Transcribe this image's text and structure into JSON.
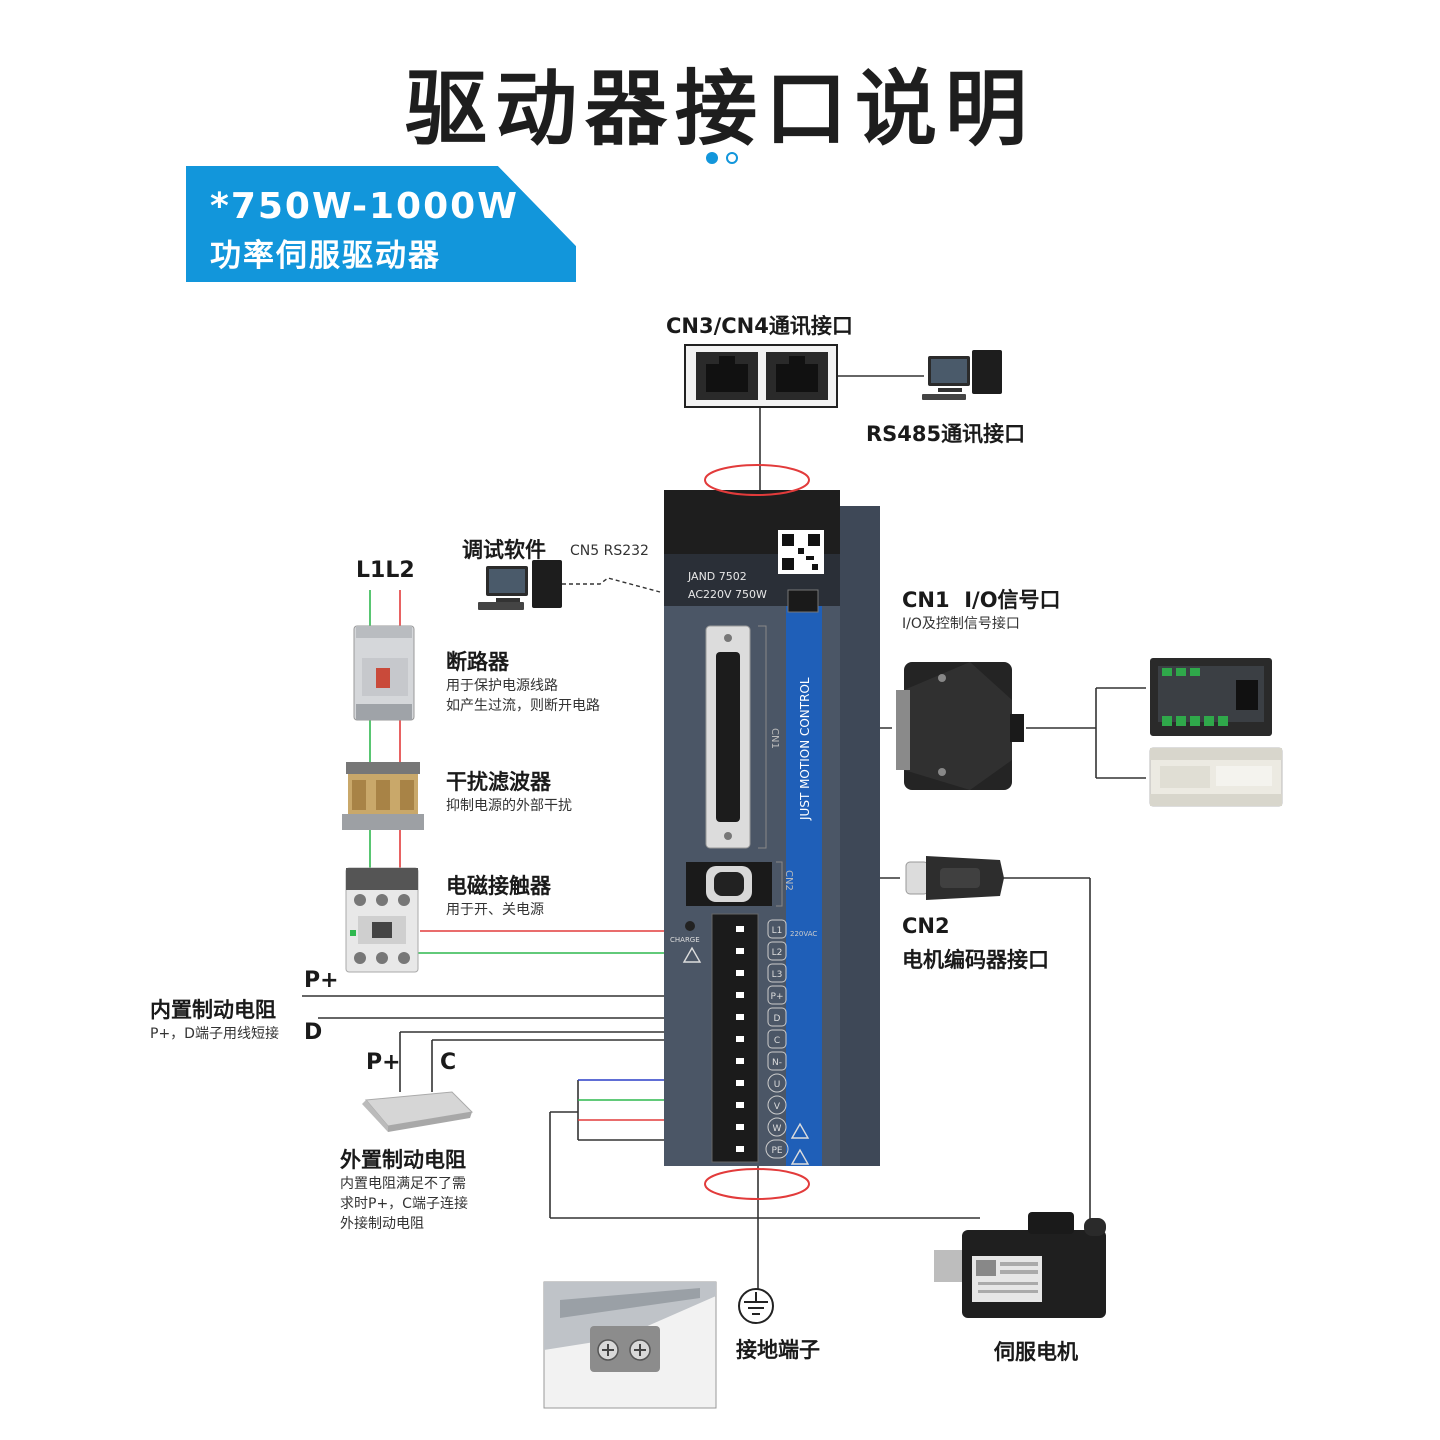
{
  "title": "驱动器接口说明",
  "banner": {
    "line1": "*750W-1000W",
    "line2": "功率伺服驱动器"
  },
  "colors": {
    "accent": "#1296db",
    "wire_red": "#e23b3b",
    "wire_green": "#2fb84f",
    "wire_blue": "#2b3fc7",
    "driver_body": "#4b5666"
  },
  "top_ports": {
    "title": "CN3/CN4通讯接口",
    "rs485": "RS485通讯接口"
  },
  "software": {
    "title": "调试软件",
    "port": "CN5 RS232"
  },
  "mains": {
    "label": "L1L2"
  },
  "breaker": {
    "title": "断路器",
    "desc1": "用于保护电源线路",
    "desc2": "如产生过流，则断开电路"
  },
  "filter": {
    "title": "干扰滤波器",
    "desc": "抑制电源的外部干扰"
  },
  "contactor": {
    "title": "电磁接触器",
    "desc": "用于开、关电源"
  },
  "internal_brake": {
    "title": "内置制动电阻",
    "desc": "P+，D端子用线短接",
    "p_label": "P+",
    "d_label": "D"
  },
  "external_brake": {
    "title": "外置制动电阻",
    "desc1": "内置电阻满足不了需",
    "desc2": "求时P+，C端子连接",
    "desc3": "外接制动电阻",
    "p_label": "P+",
    "c_label": "C"
  },
  "cn1": {
    "title": "CN1  I/O信号口",
    "desc": "I/O及控制信号接口"
  },
  "cn2": {
    "title1": "CN2",
    "title2": "电机编码器接口"
  },
  "ground": {
    "title": "接地端子"
  },
  "motor": {
    "title": "伺服电机"
  },
  "driver": {
    "model": "JAND 7502",
    "rating": "AC220V  750W",
    "brand": "JUST MOTION CONTROL",
    "cn1_mark": "CN1",
    "cn2_mark": "CN2",
    "charge": "CHARGE",
    "voltage": "220VAC",
    "terminals": [
      "L1",
      "L2",
      "L3",
      "P+",
      "D",
      "C",
      "N-",
      "U",
      "V",
      "W",
      "PE"
    ]
  }
}
